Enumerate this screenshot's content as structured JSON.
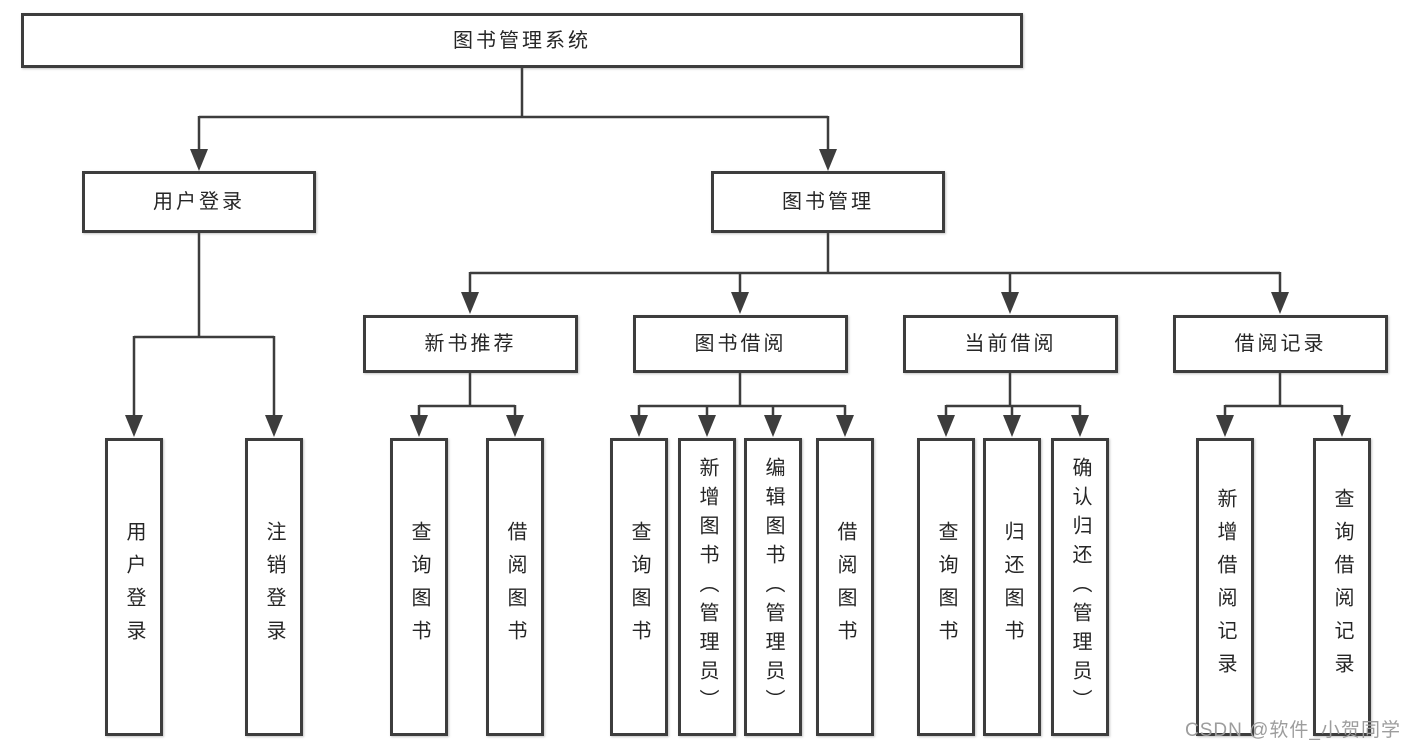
{
  "colors": {
    "background": "#ffffff",
    "line": "#3d3d3d",
    "box_border": "#3d3d3d",
    "text": "#262626",
    "watermark": "#9d9d9d"
  },
  "root": {
    "label": "图书管理系统"
  },
  "level2": [
    {
      "label": "用户登录"
    },
    {
      "label": "图书管理"
    }
  ],
  "level3": [
    {
      "label": "新书推荐",
      "parent": "图书管理"
    },
    {
      "label": "图书借阅",
      "parent": "图书管理"
    },
    {
      "label": "当前借阅",
      "parent": "图书管理"
    },
    {
      "label": "借阅记录",
      "parent": "图书管理"
    }
  ],
  "leaves": [
    {
      "label": "用户登录",
      "parent": "用户登录"
    },
    {
      "label": "注销登录",
      "parent": "用户登录"
    },
    {
      "label": "查询图书",
      "parent": "新书推荐"
    },
    {
      "label": "借阅图书",
      "parent": "新书推荐"
    },
    {
      "label": "查询图书",
      "parent": "图书借阅"
    },
    {
      "label": "新增图书（管理员）",
      "parent": "图书借阅"
    },
    {
      "label": "编辑图书（管理员）",
      "parent": "图书借阅"
    },
    {
      "label": "借阅图书",
      "parent": "图书借阅"
    },
    {
      "label": "查询图书",
      "parent": "当前借阅"
    },
    {
      "label": "归还图书",
      "parent": "当前借阅"
    },
    {
      "label": "确认归还（管理员）",
      "parent": "当前借阅"
    },
    {
      "label": "新增借阅记录",
      "parent": "借阅记录"
    },
    {
      "label": "查询借阅记录",
      "parent": "借阅记录"
    }
  ],
  "watermark": "CSDN @软件_小贺同学"
}
